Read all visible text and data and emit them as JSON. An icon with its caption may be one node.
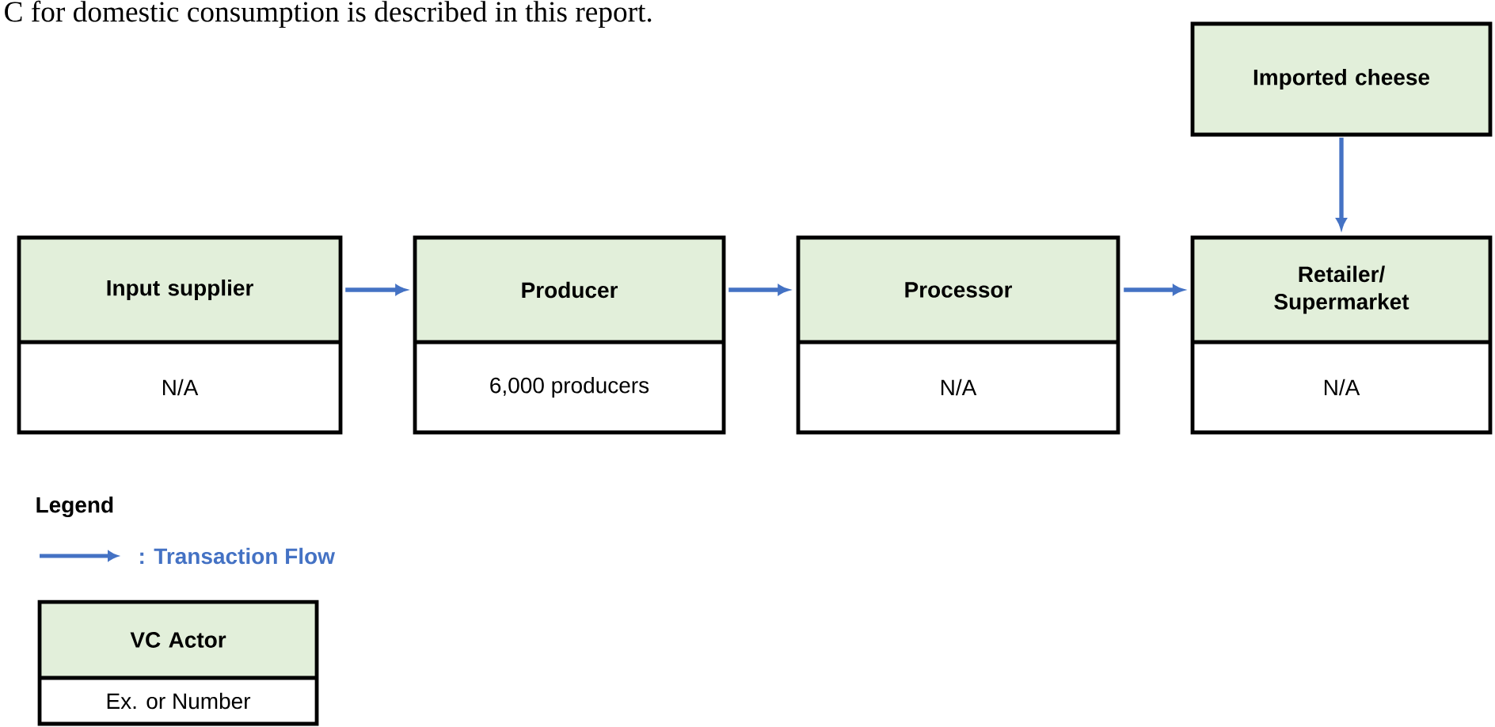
{
  "diagram": {
    "nodes": [
      {
        "text": [
          "Imported cheese"
        ]
      },
      {
        "text": [
          "Input supplier",
          "N/A"
        ]
      },
      {
        "text": [
          "Producer",
          "6,000 producers"
        ]
      },
      {
        "text": [
          "Processor",
          "N/A"
        ]
      },
      {
        "text": [
          "Retailer/ Supermarket",
          "N/A"
        ]
      },
      {
        "text": [
          "VC Actor",
          "Ex. or Number"
        ]
      }
    ],
    "edges": [
      {
        "from": 1,
        "to": 2,
        "arrow": "to"
      },
      {
        "from": 2,
        "to": 3,
        "arrow": "to"
      },
      {
        "from": 3,
        "to": 4,
        "arrow": "to"
      },
      {
        "from": 0,
        "to": 4,
        "arrow": "to"
      }
    ],
    "labels": [
      "C for domestic consumption is described in this report.",
      "Legend"
    ],
    "legend": [
      {
        "text": ": Transaction Flow"
      }
    ]
  }
}
